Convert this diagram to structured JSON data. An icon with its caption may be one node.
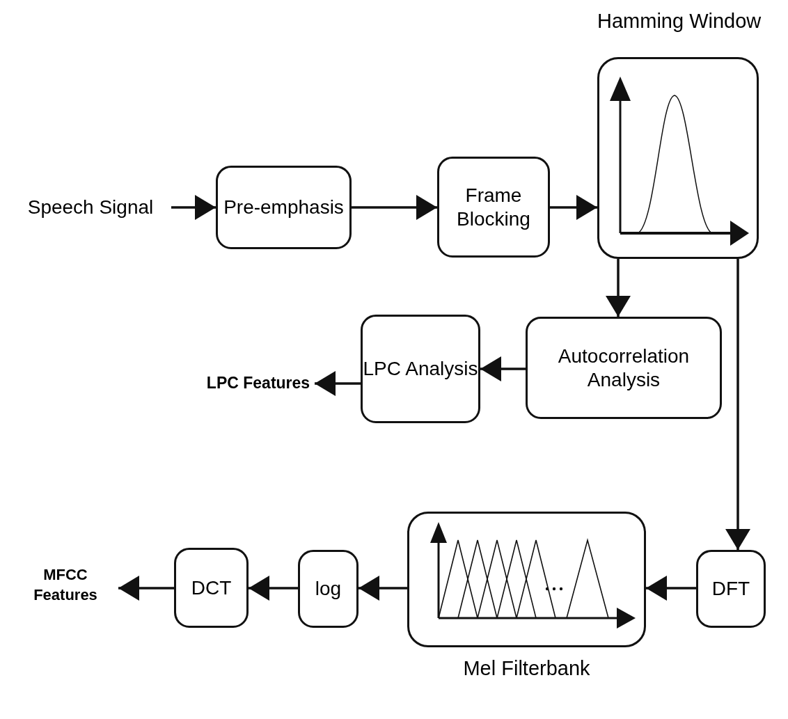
{
  "diagram": {
    "nodes": [
      {
        "text": [
          "Speech Signal"
        ]
      },
      {
        "text": [
          "Pre-emphasis"
        ]
      },
      {
        "text": [
          "Frame Blocking"
        ]
      },
      {
        "text": [
          "Hamming Window"
        ]
      },
      {
        "text": [
          "LPC Analysis"
        ]
      },
      {
        "text": [
          "Autocorrelation Analysis"
        ]
      },
      {
        "text": [
          "LPC Features"
        ]
      },
      {
        "text": [
          "MFCC Features"
        ]
      },
      {
        "text": [
          "DCT"
        ]
      },
      {
        "text": [
          "log"
        ]
      },
      {
        "text": [
          "Mel Filterbank"
        ]
      },
      {
        "text": [
          "DFT"
        ]
      }
    ],
    "edges": [
      {
        "from": 0,
        "to": 1,
        "arrow": "to"
      },
      {
        "from": 1,
        "to": 2,
        "arrow": "to"
      },
      {
        "from": 2,
        "to": 3,
        "arrow": "to"
      },
      {
        "from": 3,
        "to": 5,
        "arrow": "to"
      },
      {
        "from": 5,
        "to": 4,
        "arrow": "to"
      },
      {
        "from": 4,
        "to": 6,
        "arrow": "to"
      },
      {
        "from": 3,
        "to": 11,
        "arrow": "to"
      },
      {
        "from": 11,
        "to": 10,
        "arrow": "to"
      },
      {
        "from": 10,
        "to": 9,
        "arrow": "to"
      },
      {
        "from": 9,
        "to": 8,
        "arrow": "to"
      },
      {
        "from": 8,
        "to": 7,
        "arrow": "to"
      }
    ]
  }
}
